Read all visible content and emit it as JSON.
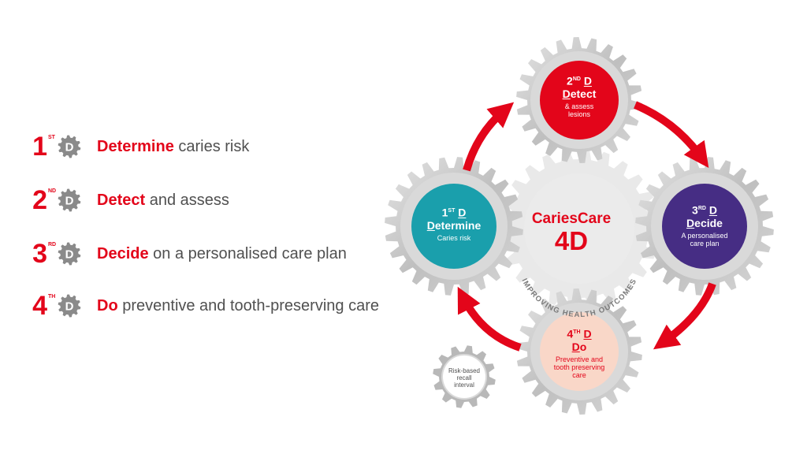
{
  "list": [
    {
      "num": "1",
      "ord": "ST",
      "badge": "D",
      "key": "Determine",
      "rest": " caries risk"
    },
    {
      "num": "2",
      "ord": "ND",
      "badge": "D",
      "key": "Detect",
      "rest": " and assess"
    },
    {
      "num": "3",
      "ord": "RD",
      "badge": "D",
      "key": "Decide",
      "rest": " on a personalised care plan"
    },
    {
      "num": "4",
      "ord": "TH",
      "badge": "D",
      "key": "Do",
      "rest": " preventive and tooth-preserving care"
    }
  ],
  "cycle": {
    "detect": {
      "num": "2",
      "ord": "ND",
      "d": "D",
      "title_initial": "D",
      "title_rest": "etect",
      "sub1": "& assess",
      "sub2": "lesions",
      "color": "#e3051a"
    },
    "determine": {
      "num": "1",
      "ord": "ST",
      "d": "D",
      "title_initial": "D",
      "title_rest": "etermine",
      "sub1": "Caries risk",
      "color": "#1a9fac"
    },
    "decide": {
      "num": "3",
      "ord": "RD",
      "d": "D",
      "title_initial": "D",
      "title_rest": "ecide",
      "sub1": "A personalised",
      "sub2": "care plan",
      "color": "#462d84"
    },
    "do": {
      "num": "4",
      "ord": "TH",
      "d": "D",
      "title_initial": "D",
      "title_rest": "o",
      "sub1": "Preventive and",
      "sub2": "tooth preserving",
      "sub3": "care",
      "color": "#f9d7c8"
    }
  },
  "center": {
    "title": "CariesCare",
    "big": "4D",
    "arc_text": "IMPROVING HEALTH OUTCOMES"
  },
  "recall": {
    "line1": "Risk-based",
    "line2": "recall",
    "line3": "interval"
  },
  "colors": {
    "accent": "#e3051a",
    "gear": "#c8c8c8",
    "text": "#505050"
  }
}
